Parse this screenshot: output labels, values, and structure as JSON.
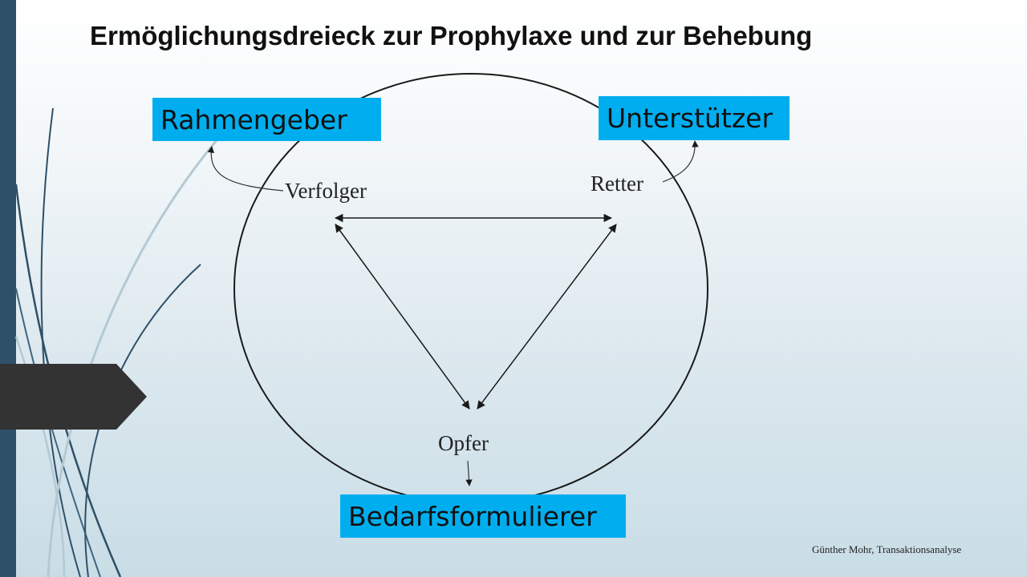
{
  "slide": {
    "title": "Ermöglichungsdreieck zur Prophylaxe und zur Behebung",
    "footer": "Günther Mohr, Transaktionsanalyse"
  },
  "diagram": {
    "boxes": {
      "top_left": "Rahmengeber",
      "top_right": "Unterstützer",
      "bottom": "Bedarfsformulierer"
    },
    "roles": {
      "top_left": "Verfolger",
      "top_right": "Retter",
      "bottom": "Opfer"
    }
  },
  "colors": {
    "box_fill": "#00aeef",
    "left_bar": "#2e5068",
    "side_tab": "#333333",
    "line": "#1a1a1a"
  }
}
